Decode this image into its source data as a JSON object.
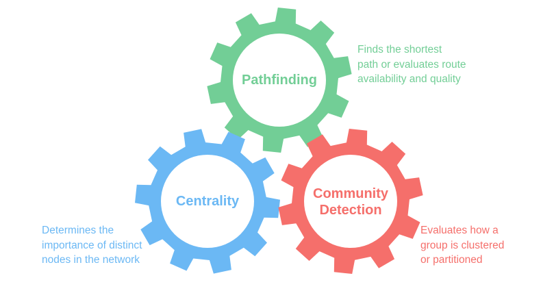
{
  "gears": [
    {
      "id": "pathfinding",
      "label": "Pathfinding",
      "color": "#72ce96",
      "description": "Finds the shortest\npath or evaluates route\navailability and quality"
    },
    {
      "id": "centrality",
      "label": "Centrality",
      "color": "#6bb8f4",
      "description": "Determines the\nimportance of distinct\nnodes in the network"
    },
    {
      "id": "community",
      "label": "Community\nDetection",
      "color": "#f56f6b",
      "description": "Evaluates how a\ngroup is clustered\nor partitioned"
    }
  ]
}
